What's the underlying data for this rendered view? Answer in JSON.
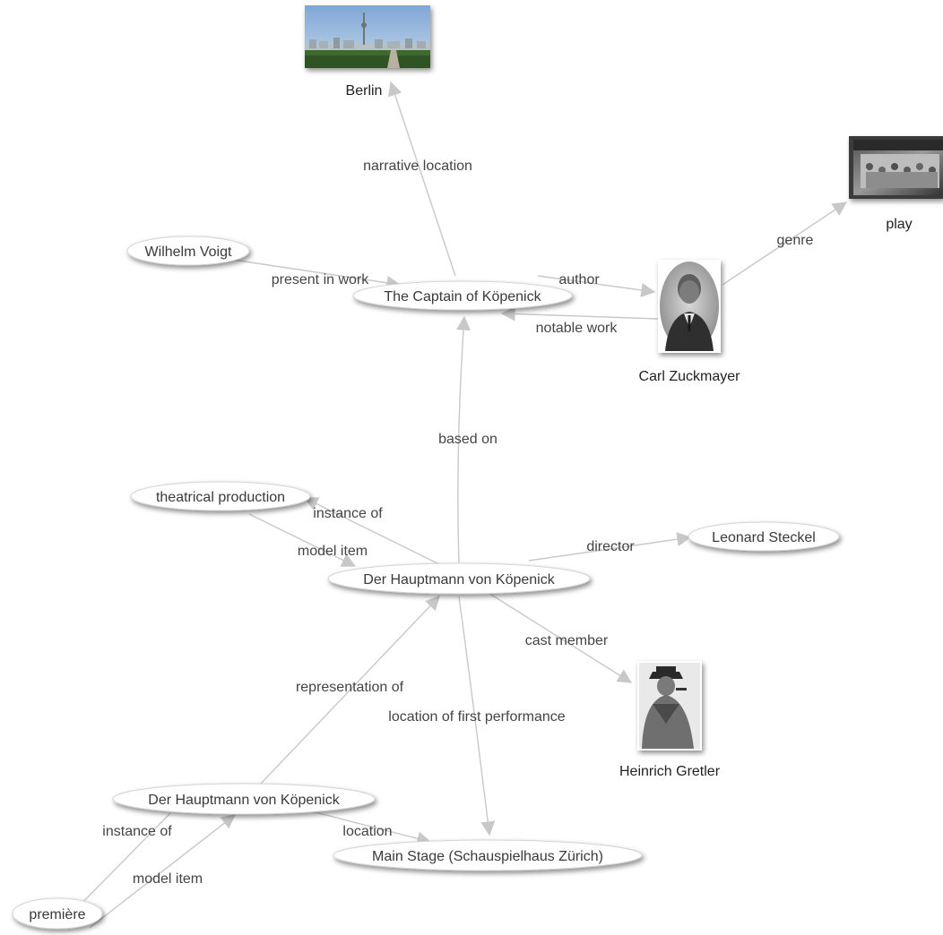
{
  "nodes": {
    "berlin": "Berlin",
    "play": "play",
    "wilhelm_voigt": "Wilhelm Voigt",
    "captain": "The Captain of Köpenick",
    "carl_zuckmayer": "Carl Zuckmayer",
    "theatrical_production": "theatrical production",
    "der_hauptmann_1": "Der Hauptmann von Köpenick",
    "leonard_steckel": "Leonard Steckel",
    "heinrich_gretler": "Heinrich Gretler",
    "der_hauptmann_2": "Der Hauptmann von Köpenick",
    "main_stage": "Main Stage (Schauspielhaus Zürich)",
    "premiere": "première"
  },
  "edges": {
    "narrative_location": "narrative location",
    "genre": "genre",
    "present_in_work": "present in work",
    "author": "author",
    "notable_work": "notable work",
    "based_on": "based on",
    "instance_of_1": "instance of",
    "model_item_1": "model item",
    "director": "director",
    "cast_member": "cast member",
    "representation_of": "representation of",
    "location_first_performance": "location of first performance",
    "instance_of_2": "instance of",
    "location": "location",
    "model_item_2": "model item"
  }
}
